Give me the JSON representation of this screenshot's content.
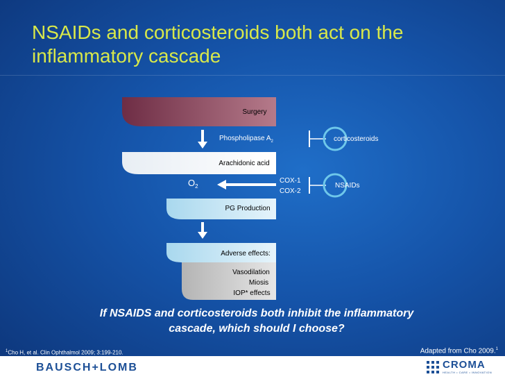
{
  "slide": {
    "title_line1": "NSAIDs and corticosteroids both act on the",
    "title_line2": "inflammatory cascade",
    "question_line1": "If NSAIDS and corticosteroids both inhibit the inflammatory",
    "question_line2": "cascade, which should I choose?",
    "citation_sup": "1",
    "citation": "Cho H, et al. Clin Ophthalmol 2009; 3:199-210.",
    "adapted": "Adapted from Cho 2009.",
    "adapted_sup": "1"
  },
  "diagram": {
    "surgery": "Surgery",
    "phospholipase": "Phospholipase A",
    "phospholipase_sub": "2",
    "arachidonic": "Arachidonic acid",
    "o2": "O",
    "o2_sub": "2",
    "cox1": "COX-1",
    "cox2": "COX-2",
    "pg_production": "PG Production",
    "adverse_title": "Adverse effects:",
    "adverse_items": [
      "Vasodilation",
      "Miosis",
      "IOP* effects"
    ],
    "corticosteroids": "corticosteroids",
    "nsaids": "NSAIDs"
  },
  "footer": {
    "bausch_logo": "BAUSCH+LOMB",
    "croma_logo": "CROMA",
    "croma_tagline": "HEALTH • CARE • INNOVATION"
  },
  "colors": {
    "title": "#d8e84a",
    "surgery_box": "#8c4458",
    "flow_box": "#ffffff",
    "light_box": "#c9e6f4",
    "adverse_box": "#c8c8c8",
    "inhibitor_ring": "#6ec7ea"
  }
}
